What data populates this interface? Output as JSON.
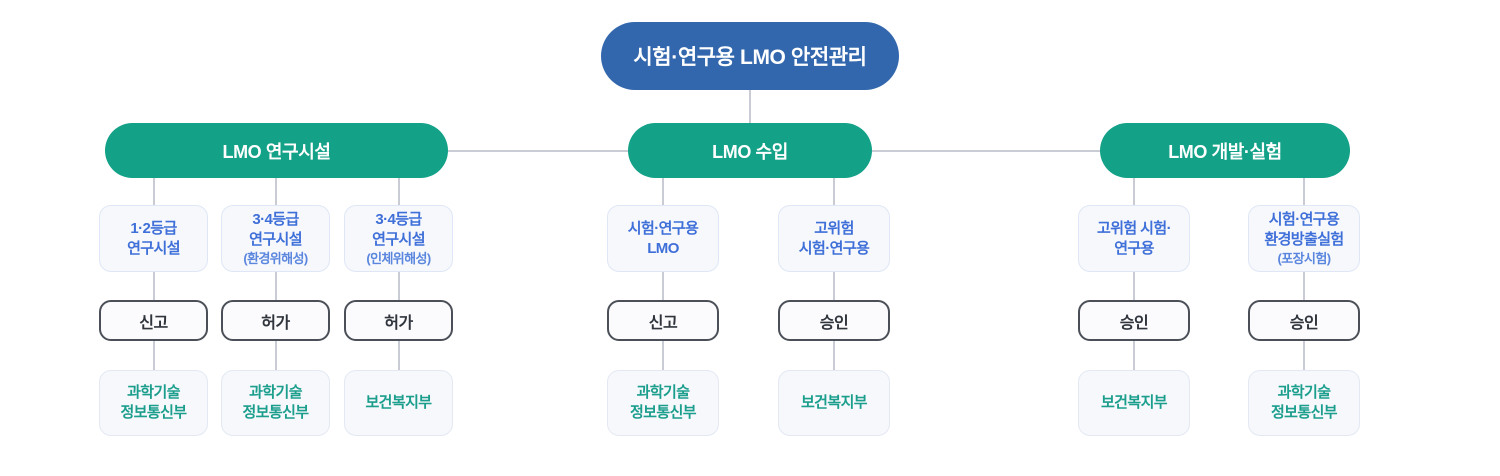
{
  "diagram": {
    "title": "시험·연구용 LMO 안전관리",
    "colors": {
      "root": "#3367ad",
      "category": "#13a187",
      "subject_text": "#3f6fd8",
      "agency_text": "#1c9e8d",
      "action_border": "#4a4f58",
      "connector": "#c9ccd4",
      "box_fill": "#f6f8fc",
      "page_bg": "#ffffff"
    },
    "categories": [
      {
        "label": "LMO 연구시설",
        "branches": [
          {
            "subject": [
              "1·2등급",
              "연구시설"
            ],
            "subject_note": "",
            "action": "신고",
            "agency": [
              "과학기술",
              "정보통신부"
            ]
          },
          {
            "subject": [
              "3·4등급",
              "연구시설"
            ],
            "subject_note": "(환경위해성)",
            "action": "허가",
            "agency": [
              "과학기술",
              "정보통신부"
            ]
          },
          {
            "subject": [
              "3·4등급",
              "연구시설"
            ],
            "subject_note": "(인체위해성)",
            "action": "허가",
            "agency": [
              "보건복지부"
            ]
          }
        ]
      },
      {
        "label": "LMO 수입",
        "branches": [
          {
            "subject": [
              "시험·연구용",
              "LMO"
            ],
            "subject_note": "",
            "action": "신고",
            "agency": [
              "과학기술",
              "정보통신부"
            ]
          },
          {
            "subject": [
              "고위험",
              "시험·연구용"
            ],
            "subject_note": "",
            "action": "승인",
            "agency": [
              "보건복지부"
            ]
          }
        ]
      },
      {
        "label": "LMO 개발·실험",
        "branches": [
          {
            "subject": [
              "고위험 시험·",
              "연구용"
            ],
            "subject_note": "",
            "action": "승인",
            "agency": [
              "보건복지부"
            ]
          },
          {
            "subject": [
              "시험·연구용",
              "환경방출실험"
            ],
            "subject_note": "(포장시험)",
            "action": "승인",
            "agency": [
              "과학기술",
              "정보통신부"
            ]
          }
        ]
      }
    ]
  }
}
